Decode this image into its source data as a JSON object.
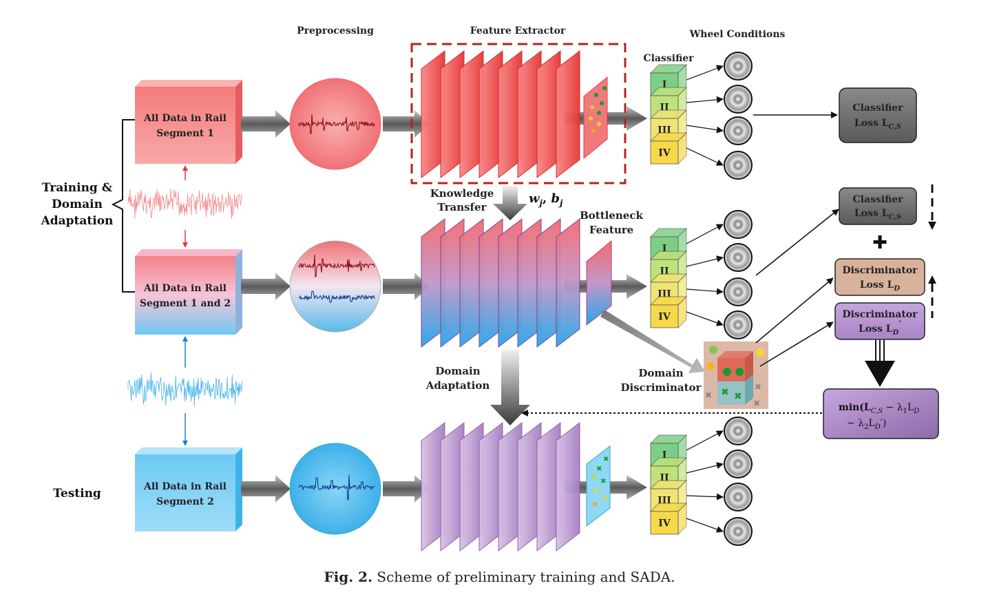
{
  "headers": {
    "preprocessing": "Preprocessing",
    "feature_extractor": "Feature Extractor",
    "wheel_conditions": "Wheel Conditions",
    "classifier": "Classifier"
  },
  "left_labels": {
    "training_line1": "Training &",
    "training_line2": "Domain",
    "training_line3": "Adaptation",
    "testing": "Testing"
  },
  "data_boxes": {
    "seg1_line1": "All Data in Rail",
    "seg1_line2": "Segment 1",
    "seg12_line1": "All Data in Rail",
    "seg12_line2": "Segment 1 and 2",
    "seg2_line1": "All Data in Rail",
    "seg2_line2": "Segment 2"
  },
  "middle_labels": {
    "knowledge_line1": "Knowledge",
    "knowledge_line2": "Transfer",
    "weights": "w",
    "weights_sub": "j",
    "bias": "b",
    "bias_sub": "j",
    "bottleneck_line1": "Bottleneck",
    "bottleneck_line2": "Feature",
    "domain_adapt_line1": "Domain",
    "domain_adapt_line2": "Adaptation",
    "domain_disc_line1": "Domain",
    "domain_disc_line2": "Discriminator"
  },
  "classes": [
    "I",
    "II",
    "III",
    "IV"
  ],
  "loss_boxes": {
    "classifier_loss_top_line1": "Classifier",
    "classifier_loss_top_line2": "Loss L",
    "classifier_loss_top_sub": "C,S",
    "classifier_loss_mid_line1": "Classifier",
    "classifier_loss_mid_line2": "Loss L",
    "classifier_loss_mid_sub": "C,S",
    "discriminator_loss_line1": "Discriminator",
    "discriminator_loss_line2": "Loss L",
    "discriminator_loss_sub": "D",
    "discriminator_loss2_line1": "Discriminator",
    "discriminator_loss2_line2": "Loss L",
    "discriminator_loss2_sub": "D",
    "discriminator_loss2_prime": "′",
    "objective_line1": "min(L",
    "objective_line1_sub": "C,S",
    "objective_line1_rest": " − λ",
    "objective_line1_lsub": "1",
    "objective_line1_end": "L",
    "objective_line1_endsub": "D",
    "objective_line2": "− λ",
    "objective_line2_lsub": "2",
    "objective_line2_rest": "L",
    "objective_line2_sub": "D",
    "objective_line2_end": "′)"
  },
  "plus_symbol": "✚",
  "caption": {
    "label": "Fig. 2.",
    "text": " Scheme of preliminary training and SADA."
  },
  "colors": {
    "red": "#f2787a",
    "blue": "#5cc3f0",
    "purple": "#b995cf",
    "green": "#8ad08a",
    "yellow": "#f4e06e",
    "gray_box": "#707070",
    "tan_box": "#d9b29c"
  }
}
